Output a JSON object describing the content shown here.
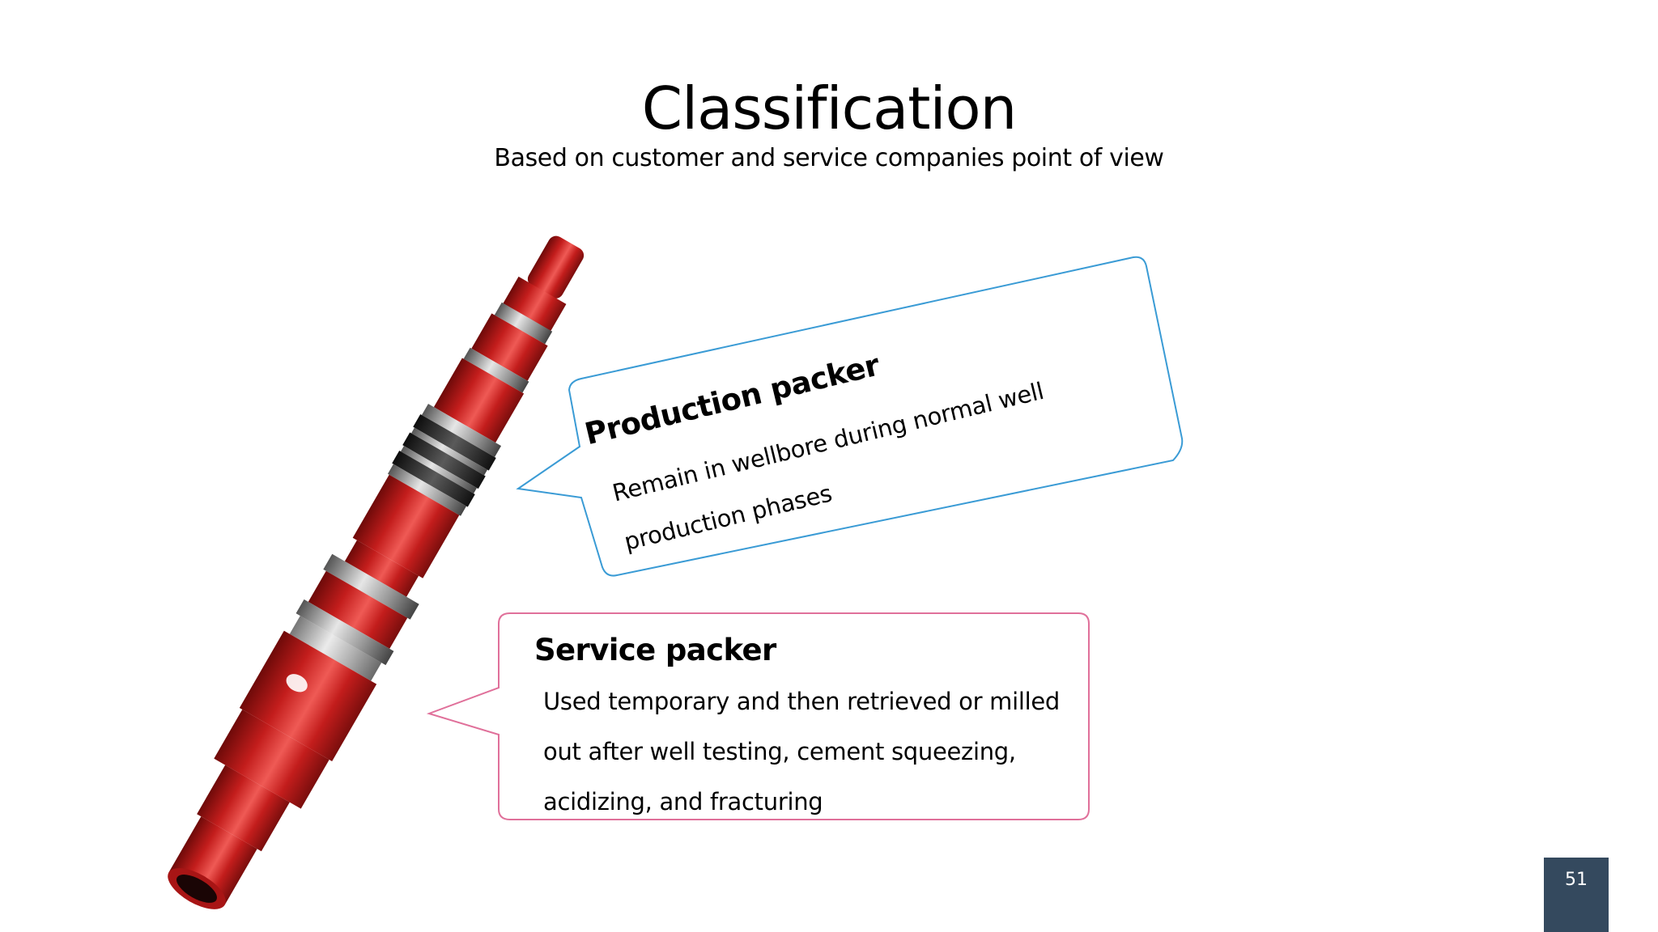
{
  "slide": {
    "title": "Classification",
    "subtitle": "Based on customer and service companies point of view",
    "page_number": "51"
  },
  "production_packer": {
    "heading": "Production packer",
    "description": "Remain in wellbore during normal well production phases",
    "border_color": "#3a9bd5"
  },
  "service_packer": {
    "heading": "Service packer",
    "description": "Used temporary and then retrieved or milled out after well testing, cement squeezing, acidizing, and fracturing",
    "border_color": "#e0709a"
  },
  "colors": {
    "tool_red": "#c8201f",
    "tool_dark": "#7a0e0d",
    "page_badge": "#34495e"
  },
  "image": {
    "icon": "packer-tool-illustration"
  }
}
